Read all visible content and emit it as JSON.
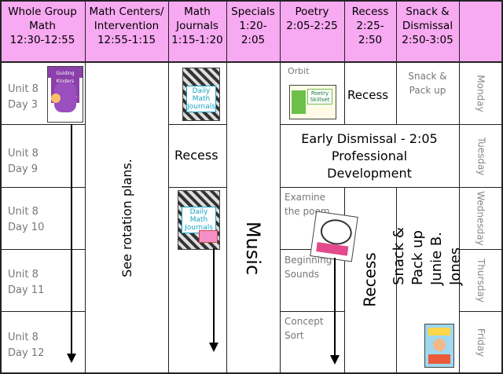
{
  "headers": [
    {
      "id": "whole-group",
      "label": "Whole Group\nMath\n12:30-12:55"
    },
    {
      "id": "math-centers",
      "label": "Math Centers/\nIntervention\n12:55-1:15"
    },
    {
      "id": "math-journals",
      "label": "Math\nJournals\n1:15-1:20"
    },
    {
      "id": "specials",
      "label": "Specials\n1:20-\n2:05"
    },
    {
      "id": "poetry",
      "label": "Poetry\n2:05-2:25"
    },
    {
      "id": "recess",
      "label": "Recess\n2:25-\n2:50"
    },
    {
      "id": "snack",
      "label": "Snack &\nDismissal\n2:50-3:05"
    }
  ],
  "days": [
    "Monday",
    "Tuesday",
    "Wednesday",
    "Thursday",
    "Friday"
  ],
  "units": [
    "Unit 8\nDay 3",
    "Unit 8\nDay 9",
    "Unit 8\nDay 10",
    "Unit 8\nDay 11",
    "Unit 8\nDay 12"
  ],
  "monday": {
    "poetry_title": "Orbit",
    "recess": "Recess",
    "snack": "Snack &\nPack up"
  },
  "tuesday": {
    "journals_recess": "Recess",
    "early_dismissal": "Early Dismissal - 2:05\nProfessional\nDevelopment"
  },
  "centers_note": "See rotation plans.",
  "specials_week": "Music",
  "poetry_items": {
    "wednesday": "Examine\nthe poem",
    "thursday": "Beginning\nSounds",
    "friday": "Concept\nSort"
  },
  "recess_week": "Recess",
  "snack_week": "Snack & Pack up\nJunie B. Jones",
  "books": {
    "math_workshop": "Guiding Kinders Math Workshop",
    "daily_math": "Daily Math Journals",
    "poetry_kit": "Poetry Skillset"
  },
  "colors": {
    "header_bg": "#f7a9f1",
    "grid": "#222222",
    "book_accent": "#1aa3c4"
  }
}
